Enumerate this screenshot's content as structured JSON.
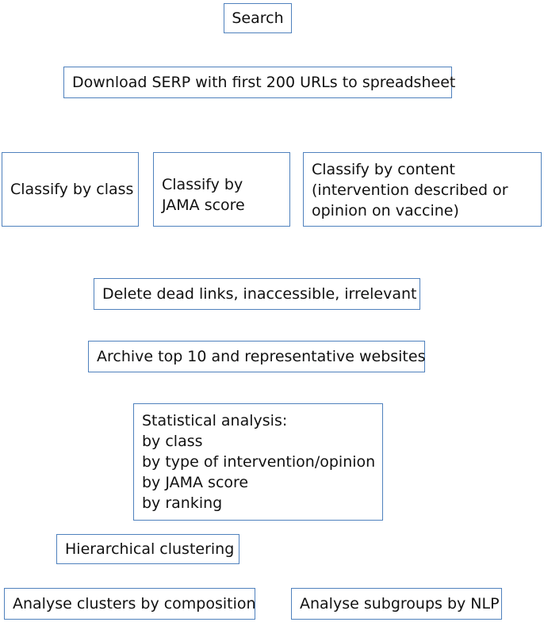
{
  "steps": {
    "search": "Search",
    "download": "Download SERP with first 200 URLs to spreadsheet",
    "classify_class": "Classify by class",
    "classify_jama": [
      "Classify by",
      "JAMA score"
    ],
    "classify_content": [
      "Classify by content",
      "(intervention described or",
      "opinion on vaccine)"
    ],
    "delete": "Delete dead links, inaccessible, irrelevant",
    "archive": "Archive top 10 and representative websites",
    "stats": [
      "Statistical analysis:",
      "by class",
      "by type of intervention/opinion",
      "by JAMA score",
      "by ranking"
    ],
    "clustering": "Hierarchical clustering",
    "analyse_clusters": "Analyse clusters by composition",
    "analyse_subgroups": "Analyse subgroups by NLP"
  }
}
